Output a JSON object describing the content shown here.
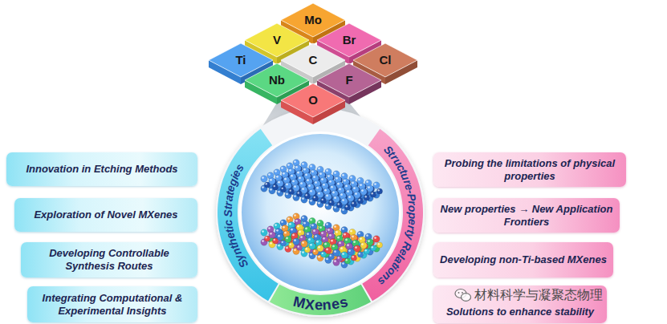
{
  "diagram": {
    "nodes": [
      {
        "text": [
          "Mo"
        ]
      },
      {
        "text": [
          "V"
        ]
      },
      {
        "text": [
          "Br"
        ]
      },
      {
        "text": [
          "Ti"
        ]
      },
      {
        "text": [
          "C"
        ]
      },
      {
        "text": [
          "Cl"
        ]
      },
      {
        "text": [
          "Nb"
        ]
      },
      {
        "text": [
          "F"
        ]
      },
      {
        "text": [
          "O"
        ]
      },
      {
        "text": [
          "Innovation in Etching Methods"
        ]
      },
      {
        "text": [
          "Exploration of Novel MXenes"
        ]
      },
      {
        "text": [
          "Developing Controllable Synthesis Routes"
        ]
      },
      {
        "text": [
          "Integrating Computational & Experimental Insights"
        ]
      },
      {
        "text": [
          "Synthetic Strategies"
        ]
      },
      {
        "text": [
          "Structure-Property Relations"
        ]
      },
      {
        "text": [
          "MXenes"
        ]
      },
      {
        "text": [
          "Probing the limitations of physical properties"
        ]
      },
      {
        "text": [
          "New properties → New Application Frontiers"
        ]
      },
      {
        "text": [
          "Developing non-Ti-based MXenes"
        ]
      },
      {
        "text": [
          "Solutions to enhance stability"
        ]
      }
    ],
    "labels": [
      "材料科学与凝聚态物理"
    ]
  }
}
